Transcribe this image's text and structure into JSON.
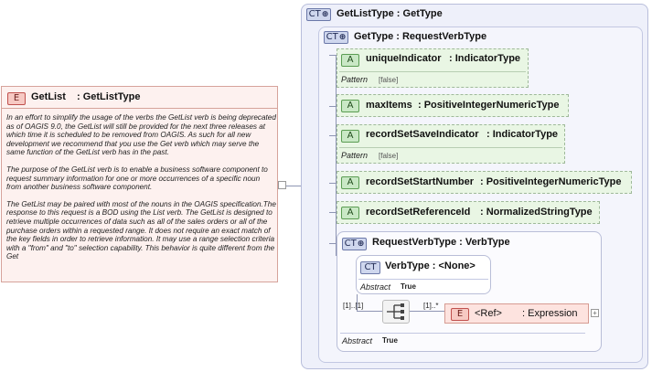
{
  "getlist": {
    "badge": "E",
    "name": "GetList",
    "type": ": GetListType",
    "doc": [
      "In an effort to simplify the usage of the verbs the GetList verb is being deprecated as of OAGIS 9.0, the GetList will still be provided for the next three releases at which time it is scheduled to be removed from OAGIS. As such for all new development we recommend that you use the Get verb which may serve the same function of the GetList verb has in the past.",
      "The purpose of the GetList verb is to enable a business software component to request summary information for one or more occurrences of a specific noun from another business software component.",
      "The GetList may be paired with most of the nouns in the OAGIS specification.The response to this request is a BOD using the List verb. The GetList is designed to retrieve multiple occurrences of data such as all of the sales orders or all of the purchase orders within a requested range.  It does not require an exact match of the key fields in order to retrieve information. It may use a range selection criteria with a \"from\" and \"to\" selection capability.  This behavior is quite different from the Get"
    ]
  },
  "getlisttype": {
    "badge": "CT",
    "title": "GetListType : GetType"
  },
  "gettype": {
    "badge": "CT",
    "title": "GetType : RequestVerbType"
  },
  "attributes": [
    {
      "badge": "A",
      "name": "uniqueIndicator",
      "type": ": IndicatorType",
      "facet_label": "Pattern",
      "facet_value": "[false]"
    },
    {
      "badge": "A",
      "name": "maxItems",
      "type": ": PositiveIntegerNumericType"
    },
    {
      "badge": "A",
      "name": "recordSetSaveIndicator",
      "type": ": IndicatorType",
      "facet_label": "Pattern",
      "facet_value": "[false]"
    },
    {
      "badge": "A",
      "name": "recordSetStartNumber",
      "type": ": PositiveIntegerNumericType"
    },
    {
      "badge": "A",
      "name": "recordSetReferenceId",
      "type": ": NormalizedStringType"
    }
  ],
  "requestverbtype": {
    "badge": "CT",
    "title": "RequestVerbType : VerbType",
    "abstract_label": "Abstract",
    "abstract_value": "True"
  },
  "verbtype": {
    "badge": "CT",
    "title": "VerbType : <None>",
    "abstract_label": "Abstract",
    "abstract_value": "True"
  },
  "sequence": {
    "card_in": "[1]..[1]",
    "card_out": "[1]..*"
  },
  "expression": {
    "badge": "E",
    "ref": "<Ref>",
    "type": ": Expression"
  }
}
